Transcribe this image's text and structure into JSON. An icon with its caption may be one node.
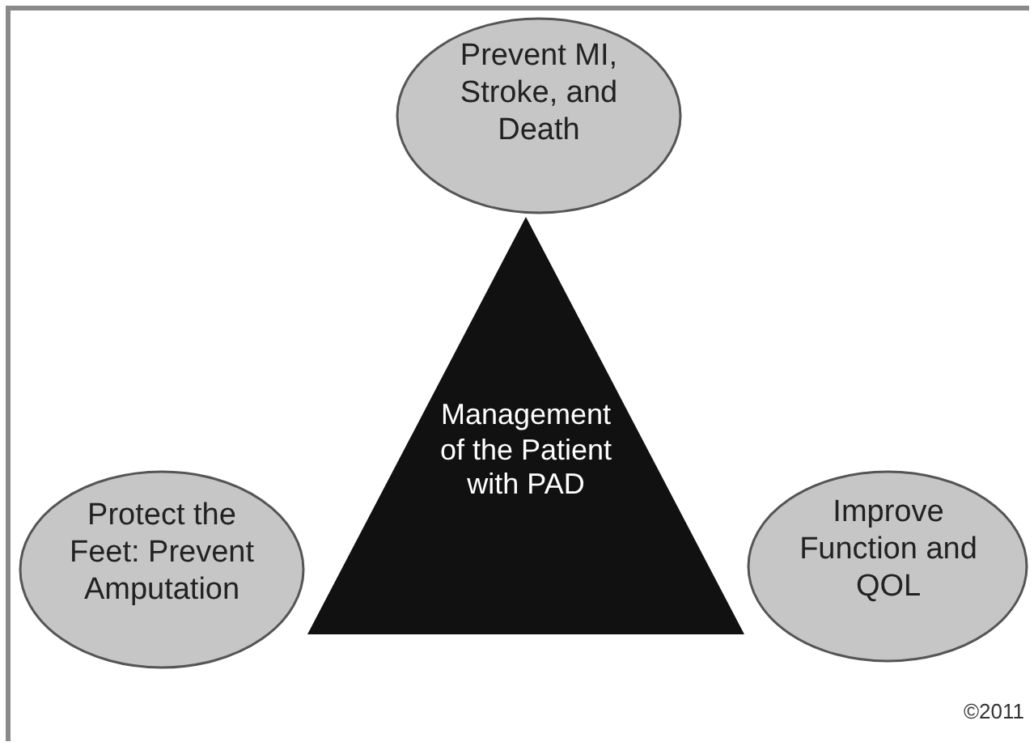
{
  "diagram": {
    "nodes": [
      {
        "text": [
          "Prevent MI, Stroke, and Death"
        ]
      },
      {
        "text": [
          "Protect the Feet: Prevent Amputation"
        ]
      },
      {
        "text": [
          "Management of the Patient with PAD"
        ]
      },
      {
        "text": [
          "Improve Function and QOL"
        ]
      }
    ],
    "labels": [
      "©2011"
    ]
  }
}
